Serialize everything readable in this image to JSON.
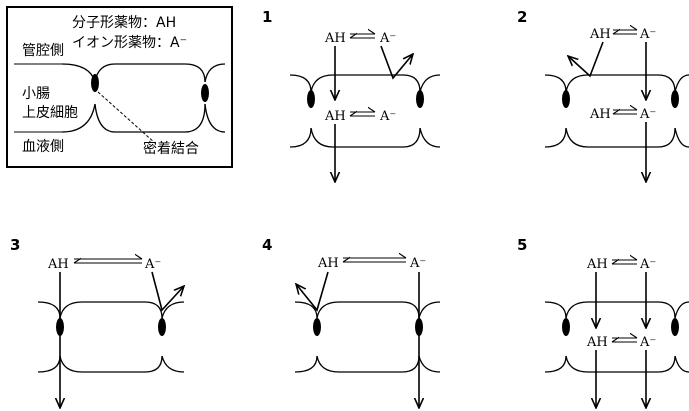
{
  "legend": {
    "lumen_side": "管腔側",
    "cell_label_line1": "小腸",
    "cell_label_line2": "上皮細胞",
    "blood_side": "血液側",
    "tight_junction": "密着結合",
    "molecular_form": "分子形薬物：AH",
    "ionic_form": "イオン形薬物：A⁻"
  },
  "species": {
    "molecular": "AH",
    "ionic": "A⁻"
  },
  "options": [
    {
      "number": "1"
    },
    {
      "number": "2"
    },
    {
      "number": "3"
    },
    {
      "number": "4"
    },
    {
      "number": "5"
    }
  ]
}
